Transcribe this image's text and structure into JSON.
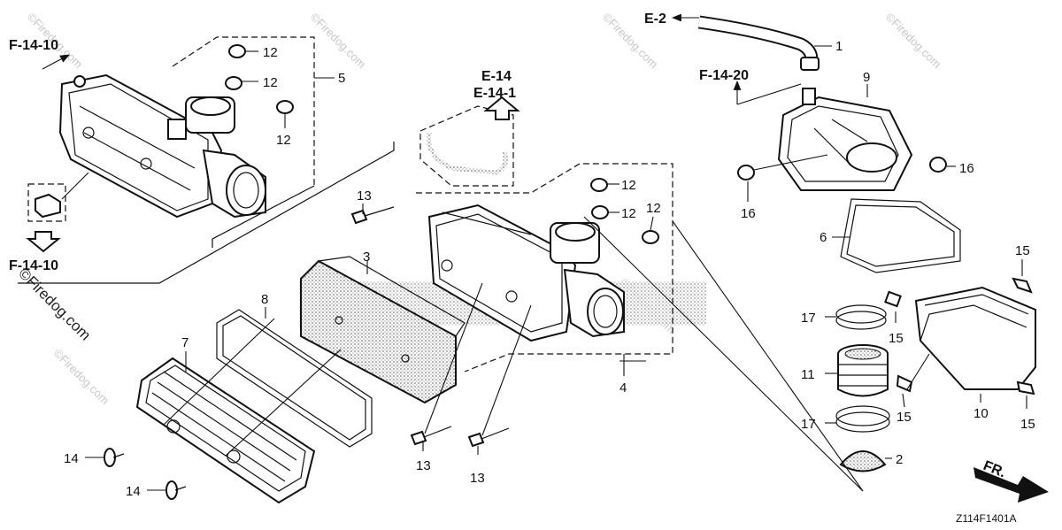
{
  "diagram": {
    "refs": [
      {
        "id": "ref-f1410-top",
        "text": "F-14-10"
      },
      {
        "id": "ref-f1410-bottom",
        "text": "F-14-10"
      },
      {
        "id": "ref-e14",
        "text": "E-14"
      },
      {
        "id": "ref-e141",
        "text": "E-14-1"
      },
      {
        "id": "ref-e2",
        "text": "E-2"
      },
      {
        "id": "ref-f1420",
        "text": "F-14-20"
      }
    ],
    "callouts": [
      "1",
      "2",
      "3",
      "4",
      "5",
      "6",
      "7",
      "8",
      "9",
      "10",
      "11",
      "12",
      "12",
      "12",
      "12",
      "12",
      "12",
      "12",
      "13",
      "13",
      "13",
      "14",
      "14",
      "15",
      "15",
      "15",
      "15",
      "16",
      "16",
      "17",
      "17"
    ],
    "direction_label": "FR.",
    "diagram_code": "Z114F1401A",
    "watermark": "©Firedog.com"
  }
}
